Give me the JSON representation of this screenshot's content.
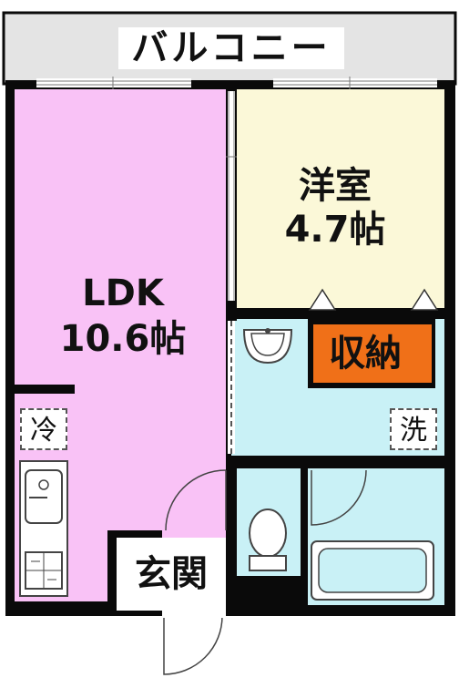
{
  "rooms": {
    "balcony": {
      "label": "バルコニー"
    },
    "ldk": {
      "name": "LDK",
      "area": "10.6帖"
    },
    "western": {
      "name": "洋室",
      "area": "4.7帖"
    },
    "storage": {
      "label": "収納"
    },
    "entrance": {
      "label": "玄関"
    }
  },
  "fixtures": {
    "fridge": {
      "label": "冷"
    },
    "washer": {
      "label": "洗"
    }
  },
  "colors": {
    "ldk": "#f9c2f6",
    "western": "#fbf8d8",
    "wet_area": "#c9f1f6",
    "storage": "#f07018",
    "balcony": "#e4e4e4",
    "wall": "#0a0a0a"
  }
}
